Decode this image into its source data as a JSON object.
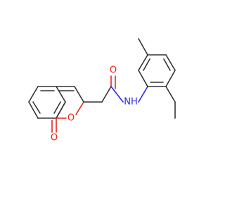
{
  "molecule": {
    "atoms": {
      "carbonyl_oxygen_amide": {
        "symbol": "O",
        "color": "#e8261c"
      },
      "amide_nitrogen": {
        "symbol": "NH",
        "color": "#2a2ae0"
      },
      "ring_oxygen": {
        "symbol": "O",
        "color": "#e8261c"
      },
      "lactone_carbonyl_oxygen": {
        "symbol": "O",
        "color": "#e8261c"
      }
    },
    "bond_color": "#333333"
  }
}
